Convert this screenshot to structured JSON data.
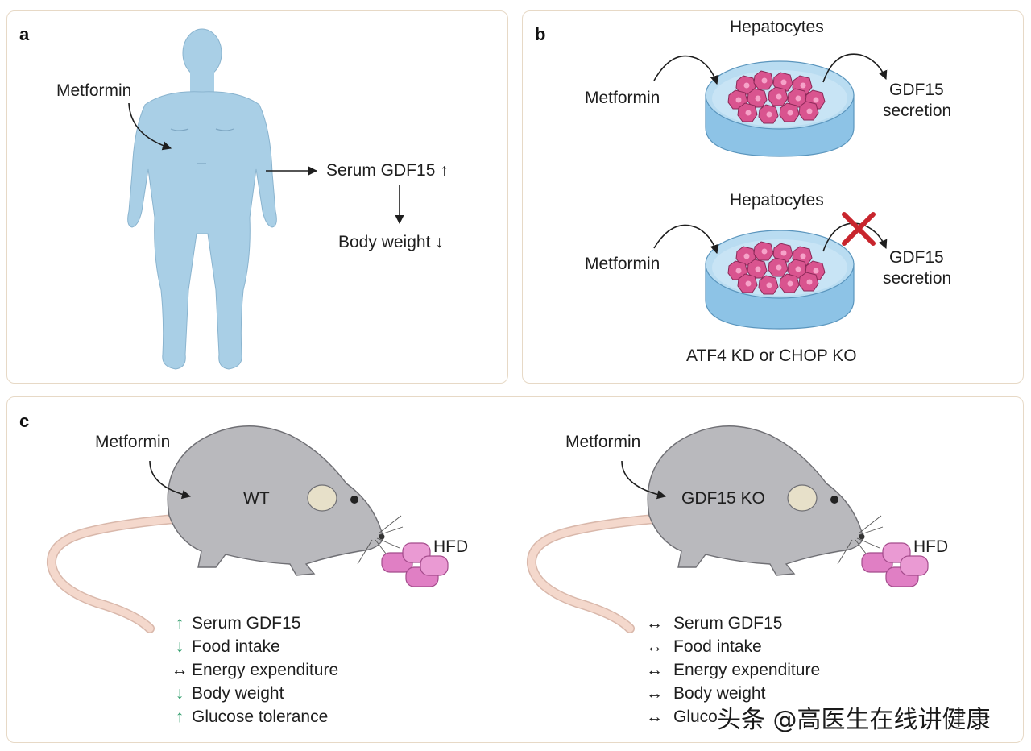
{
  "panels": {
    "a": {
      "label": "a",
      "drug": "Metformin",
      "serum_label": "Serum GDF15 ↑",
      "body_weight_label": "Body weight ↓"
    },
    "b": {
      "label": "b",
      "top": {
        "title": "Hepatocytes",
        "drug": "Metformin",
        "output_line1": "GDF15",
        "output_line2": "secretion"
      },
      "bottom": {
        "title": "Hepatocytes",
        "drug": "Metformin",
        "output_line1": "GDF15",
        "output_line2": "secretion",
        "condition": "ATF4 KD or CHOP KO"
      }
    },
    "c": {
      "label": "c",
      "left": {
        "drug": "Metformin",
        "mouse_label": "WT",
        "diet": "HFD",
        "outcomes": [
          {
            "arrow": "↑",
            "text": "Serum GDF15"
          },
          {
            "arrow": "↓",
            "text": "Food intake"
          },
          {
            "arrow": "↔",
            "text": "Energy expenditure"
          },
          {
            "arrow": "↓",
            "text": "Body weight"
          },
          {
            "arrow": "↑",
            "text": "Glucose tolerance"
          }
        ]
      },
      "right": {
        "drug": "Metformin",
        "mouse_label": "GDF15 KO",
        "diet": "HFD",
        "outcomes": [
          {
            "arrow": "↔",
            "text": "Serum GDF15"
          },
          {
            "arrow": "↔",
            "text": "Food intake"
          },
          {
            "arrow": "↔",
            "text": "Energy expenditure"
          },
          {
            "arrow": "↔",
            "text": "Body weight"
          },
          {
            "arrow": "↔",
            "text": "Gluco"
          }
        ]
      }
    }
  },
  "watermark": "头条 @高医生在线讲健康",
  "colors": {
    "human_body": "#a9cfe6",
    "dish": "#8dc3e6",
    "cells": "#d9548f",
    "mouse": "#b9b9bd",
    "tail": "#f4d8cc",
    "pellets": "#e07fc4",
    "inhibition_x": "#c8252d",
    "green_arrows": "#2e9c6a",
    "panel_border": "#e7d9c6"
  },
  "icons": [
    "human-figure-icon",
    "petri-dish-icon",
    "mouse-icon",
    "hfd-pellet-icon",
    "inhibition-x-icon"
  ]
}
